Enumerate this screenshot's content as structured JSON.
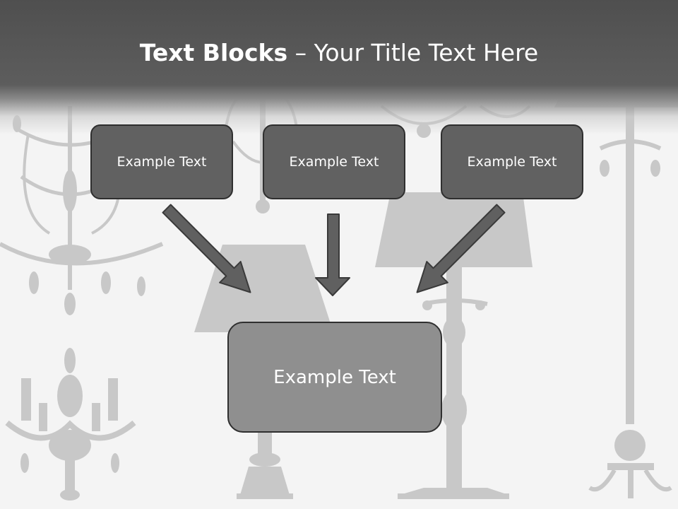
{
  "slide": {
    "title_bold": "Text Blocks",
    "title_dash": " – ",
    "title_rest": "Your Title Text Here"
  },
  "diagram": {
    "top_blocks": [
      {
        "label": "Example Text"
      },
      {
        "label": "Example Text"
      },
      {
        "label": "Example Text"
      }
    ],
    "center_block": {
      "label": "Example Text"
    }
  },
  "colors": {
    "title_band": "#575757",
    "block_fill": "#616161",
    "center_fill": "#8f8f8f",
    "arrow_fill": "#606060",
    "silhouette": "#c6c6c6",
    "background": "#f4f4f4"
  }
}
